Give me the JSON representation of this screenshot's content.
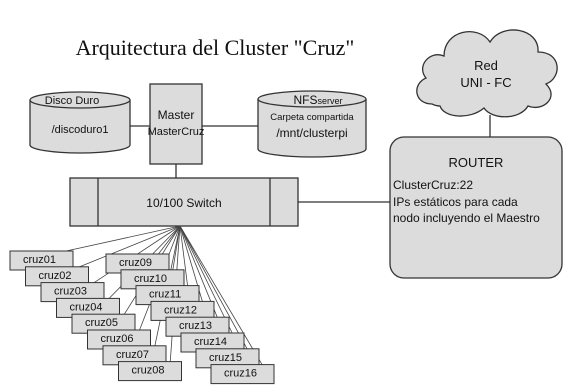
{
  "title": "Arquitectura del Cluster \"Cruz\"",
  "cloud": {
    "line1": "Red",
    "line2": "UNI - FC"
  },
  "disk": {
    "title": "Disco Duro",
    "path": "/discoduro1"
  },
  "master": {
    "line1": "Master",
    "line2": "MasterCruz"
  },
  "nfs": {
    "title_prefix": "NFS",
    "title_suffix": "server",
    "subtitle": "Carpeta compartida",
    "path": "/mnt/clusterpi"
  },
  "switch": {
    "label": "10/100 Switch"
  },
  "router": {
    "title": "ROUTER",
    "line1": "ClusterCruz:22",
    "line2": "IPs estáticos para cada",
    "line3": "nodo incluyendo el Maestro"
  },
  "nodes_left": [
    "cruz01",
    "cruz02",
    "cruz03",
    "cruz04",
    "cruz05",
    "cruz06",
    "cruz07",
    "cruz08"
  ],
  "nodes_right": [
    "cruz09",
    "cruz10",
    "cruz11",
    "cruz12",
    "cruz13",
    "cruz14",
    "cruz15",
    "cruz16"
  ],
  "colors": {
    "fill": "#dcdcdc",
    "stroke": "#333333",
    "background": "#ffffff"
  }
}
